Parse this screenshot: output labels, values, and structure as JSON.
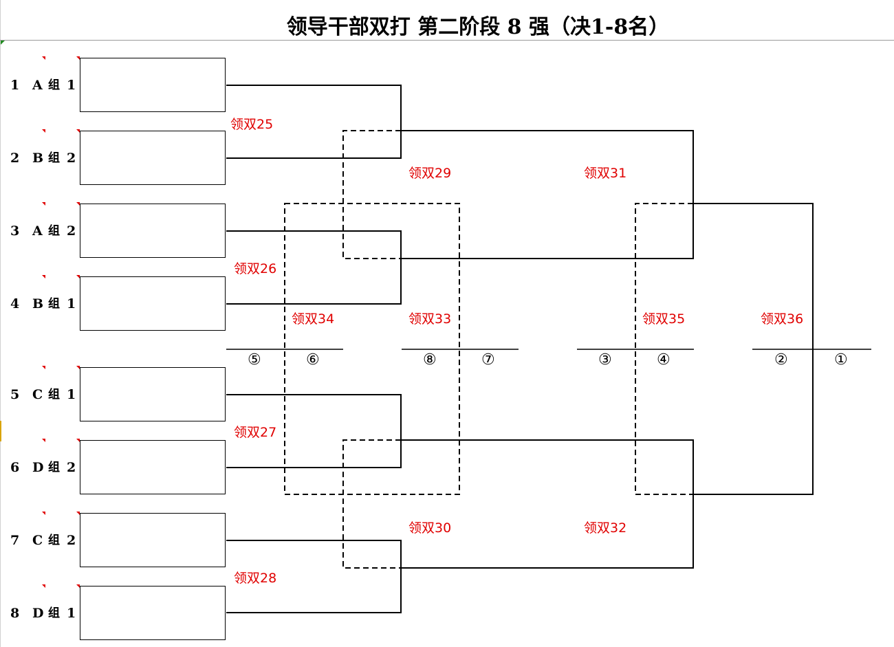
{
  "title": "领导干部双打 第二阶段  8  强（决1-8名）",
  "seeds": [
    {
      "num": "1",
      "group": "A",
      "zu": "组",
      "rank": "1"
    },
    {
      "num": "2",
      "group": "B",
      "zu": "组",
      "rank": "2"
    },
    {
      "num": "3",
      "group": "A",
      "zu": "组",
      "rank": "2"
    },
    {
      "num": "4",
      "group": "B",
      "zu": "组",
      "rank": "1"
    },
    {
      "num": "5",
      "group": "C",
      "zu": "组",
      "rank": "1"
    },
    {
      "num": "6",
      "group": "D",
      "zu": "组",
      "rank": "2"
    },
    {
      "num": "7",
      "group": "C",
      "zu": "组",
      "rank": "2"
    },
    {
      "num": "8",
      "group": "D",
      "zu": "组",
      "rank": "1"
    }
  ],
  "matches": {
    "m25": "领双25",
    "m26": "领双26",
    "m27": "领双27",
    "m28": "领双28",
    "m29": "领双29",
    "m30": "领双30",
    "m31": "领双31",
    "m32": "领双32",
    "m33": "领双33",
    "m34": "领双34",
    "m35": "领双35",
    "m36": "领双36"
  },
  "places": {
    "p1": "①",
    "p2": "②",
    "p3": "③",
    "p4": "④",
    "p5": "⑤",
    "p6": "⑥",
    "p7": "⑦",
    "p8": "⑧"
  },
  "colors": {
    "match_label": "#e00000",
    "line": "#000000",
    "marker": "#e00000"
  }
}
